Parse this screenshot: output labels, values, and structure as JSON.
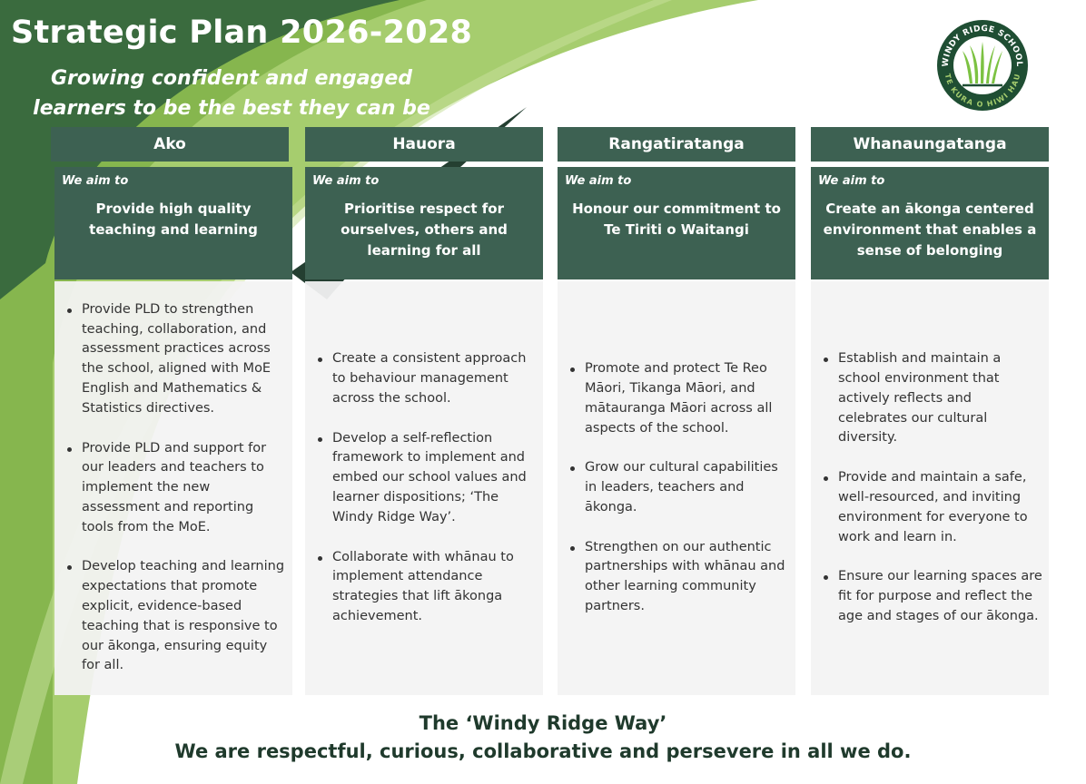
{
  "header": {
    "title": "Strategic Plan 2026-2028",
    "subtitle_line1": "Growing confident and engaged",
    "subtitle_line2": "learners to be the best they can be"
  },
  "logo": {
    "top_text": "WINDY RIDGE SCHOOL",
    "bottom_text": "TE KURA O HIWI HAU",
    "ring_color": "#1f4e33",
    "leaf_color": "#7cc242"
  },
  "colors": {
    "dark_green": "#3d6152",
    "light_green": "#a6cd6e",
    "deep_green": "#2c4a3a"
  },
  "columns": [
    {
      "name": "Ako",
      "aim_label": "We aim to",
      "aim": "Provide high quality teaching and learning",
      "items": [
        "Provide PLD to strengthen teaching, collaboration, and assessment practices across the school, aligned with MoE English and Mathematics & Statistics directives.",
        "Provide PLD and support for our leaders and teachers to implement the new assessment and reporting tools from the MoE.",
        "Develop teaching and learning expectations that promote explicit, evidence-based teaching that is responsive to our ākonga, ensuring equity for all."
      ]
    },
    {
      "name": "Hauora",
      "aim_label": "We aim to",
      "aim": "Prioritise respect for ourselves, others and learning for all",
      "items": [
        "Create a consistent approach to behaviour management across the school.",
        "Develop a self-reflection framework to implement and embed our school values and learner dispositions; ‘The Windy Ridge Way’.",
        "Collaborate with whānau to implement attendance strategies that lift ākonga achievement."
      ]
    },
    {
      "name": "Rangatiratanga",
      "aim_label": "We aim to",
      "aim": "Honour our commitment to Te Tiriti o Waitangi",
      "items": [
        "Promote and protect Te Reo Māori, Tikanga Māori, and mātauranga Māori across all aspects of the school.",
        "Grow our cultural capabilities in leaders, teachers and ākonga.",
        "Strengthen on our authentic partnerships with whānau and other learning community partners."
      ]
    },
    {
      "name": "Whanaungatanga",
      "aim_label": "We aim to",
      "aim": "Create an ākonga centered environment that enables a sense of belonging",
      "items": [
        "Establish and maintain a school environment that actively reflects and celebrates our cultural diversity.",
        "Provide and maintain a safe, well-resourced, and inviting environment for everyone to work and learn in.",
        "Ensure our learning spaces are fit for purpose and reflect the age and stages of our ākonga."
      ]
    }
  ],
  "footer": {
    "line1": "The ‘Windy Ridge Way’",
    "line2": "We are respectful, curious, collaborative and persevere in all we do."
  }
}
